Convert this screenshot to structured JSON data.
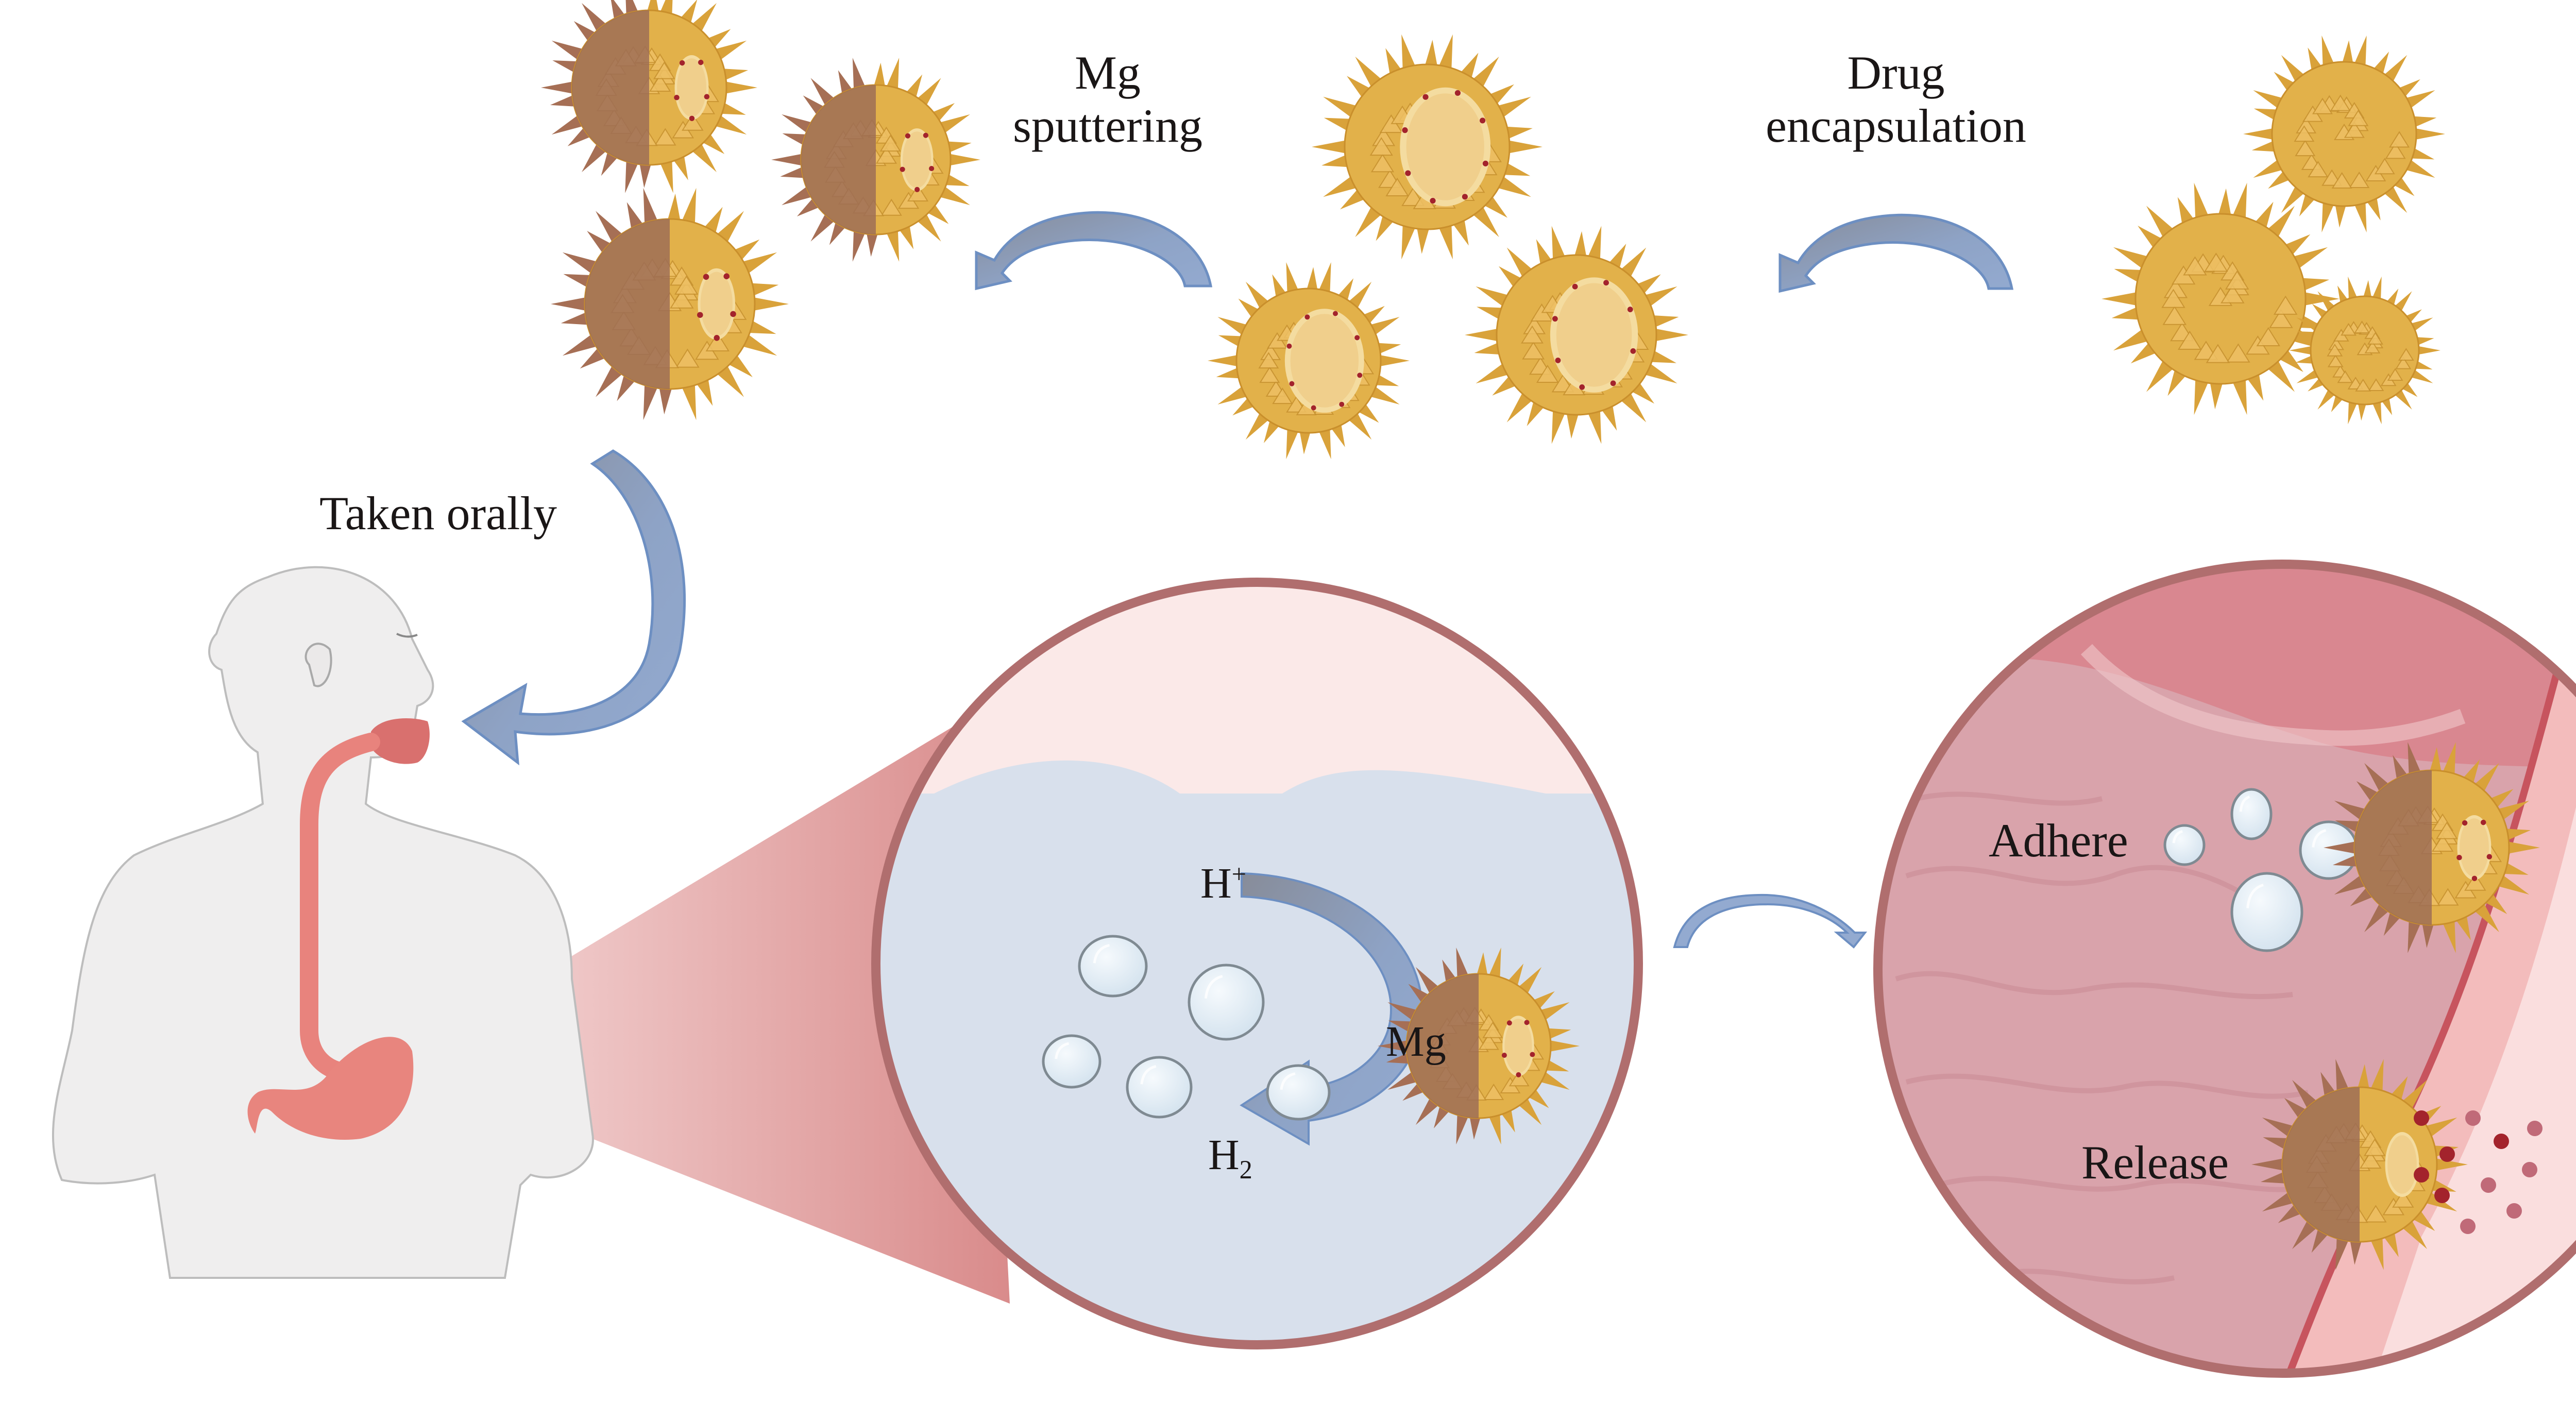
{
  "figure": {
    "title": "Mg-sputtered pollen microcarriers: preparation and oral delivery",
    "steps": {
      "drug_encapsulation": {
        "line1": "Drug",
        "line2": "encapsulation"
      },
      "mg_sputtering": {
        "line1": "Mg",
        "line2": "sputtering"
      },
      "taken_orally": "Taken orally"
    },
    "stomach_view": {
      "reactant": "H",
      "reactant_sup": "+",
      "metal": "Mg",
      "product": "H",
      "product_sub": "2"
    },
    "mucosa_view": {
      "adhere": "Adhere",
      "release": "Release"
    },
    "colors": {
      "pollen_yellow": "#e2b14a",
      "pollen_spike": "#d9a23a",
      "mg_coating": "#a9725a",
      "drug_cavity": "#f0cf8c",
      "drug_dot": "#a3232c",
      "arrow_blue": "#8ea6cb",
      "arrow_grey": "#8890a0",
      "circle_border": "#b06e6e",
      "gastric_fluid": "#d8e0ec",
      "mucosa_pink": "#d9a3ab",
      "body_grey": "#efefef",
      "stomach_pink": "#e8857e"
    }
  }
}
